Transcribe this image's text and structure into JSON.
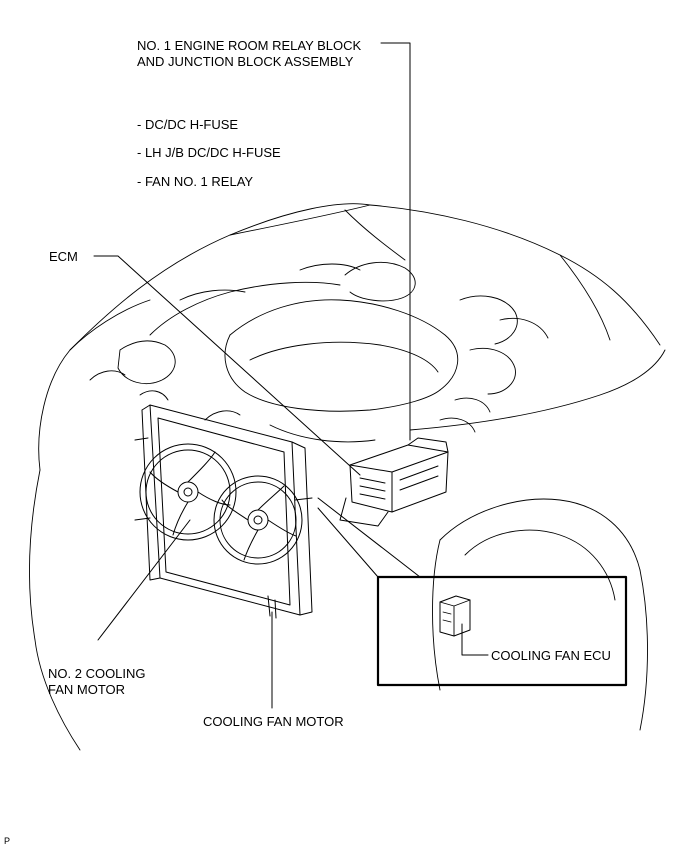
{
  "labels": {
    "relay_block_line1": "NO. 1 ENGINE ROOM RELAY BLOCK",
    "relay_block_line2": "AND JUNCTION BLOCK ASSEMBLY",
    "fuse_dcdc": "- DC/DC H-FUSE",
    "fuse_lh_jb": "- LH J/B DC/DC H-FUSE",
    "fan_relay": "- FAN NO. 1 RELAY",
    "ecm": "ECM",
    "cooling_fan_ecu": "COOLING FAN ECU",
    "no2_fan_motor_line1": "NO. 2 COOLING",
    "no2_fan_motor_line2": "FAN MOTOR",
    "cooling_fan_motor": "COOLING FAN MOTOR"
  },
  "figure_code": "P"
}
